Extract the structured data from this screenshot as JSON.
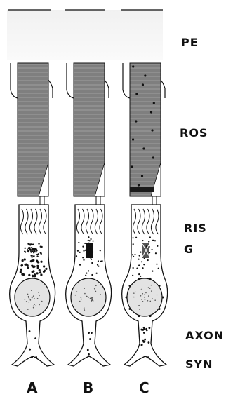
{
  "figure": {
    "layers": [
      "PE",
      "ROS",
      "RIS",
      "G",
      "AXON",
      "SYN"
    ],
    "cells": [
      "A",
      "B",
      "C"
    ]
  },
  "colors": {
    "ink": "#111111",
    "outer_segment": "#7f7f7f",
    "outer_segment_band": "#9a9a9a",
    "pigment_epithelium": "#ececec",
    "nucleus": "#e3e3e3"
  }
}
